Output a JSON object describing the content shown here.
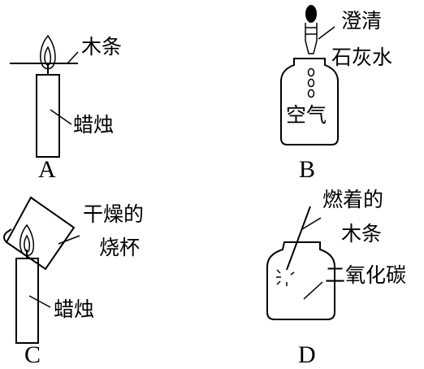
{
  "panels": {
    "A": {
      "caption": "A",
      "stick_label": "木条",
      "candle_label": "蜡烛"
    },
    "B": {
      "caption": "B",
      "reagent_label_line1": "澄清",
      "reagent_label_line2": "石灰水",
      "bottle_label": "空气"
    },
    "C": {
      "caption": "C",
      "beaker_label_line1": "干燥的",
      "beaker_label_line2": "烧杯",
      "candle_label": "蜡烛"
    },
    "D": {
      "caption": "D",
      "stick_label_line1": "燃着的",
      "stick_label_line2": "木条",
      "bottle_label": "二氧化碳"
    }
  }
}
